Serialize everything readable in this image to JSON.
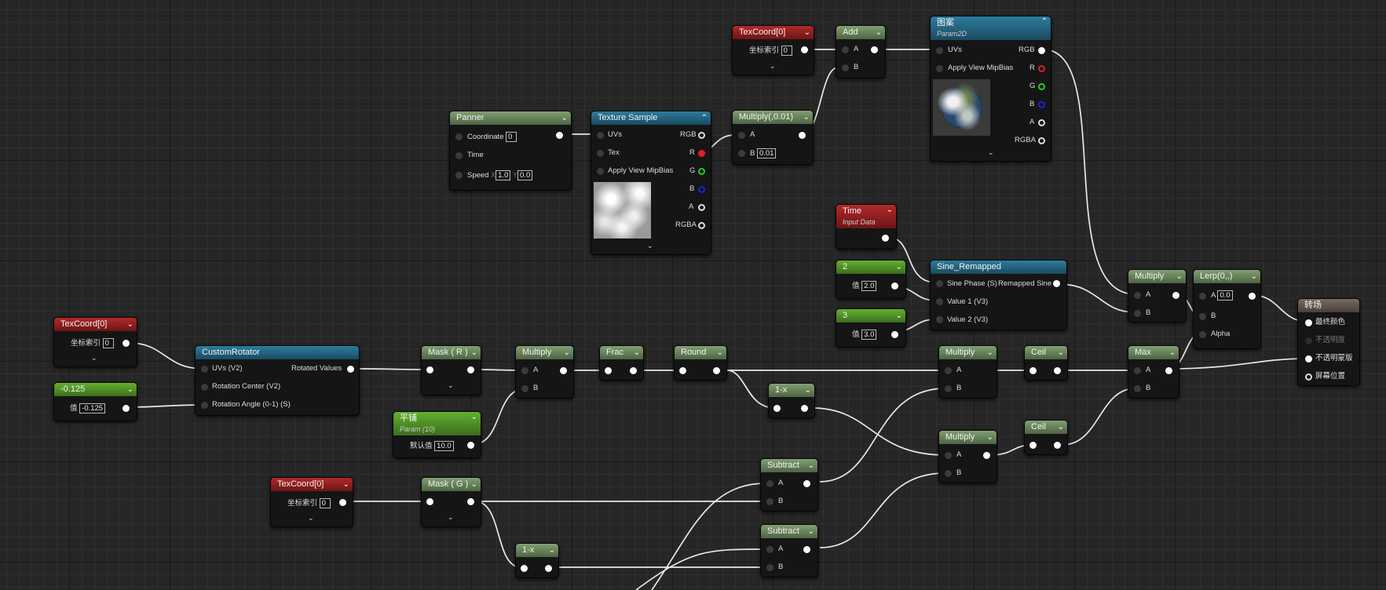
{
  "nodes": {
    "panner": {
      "title": "Panner",
      "coordinate_label": "Coordinate",
      "coordinate_value": "0",
      "time_label": "Time",
      "speed_label": "Speed",
      "speed_x_label": "X",
      "speed_x": "1.0",
      "speed_y_label": "Y",
      "speed_y": "0.0"
    },
    "texture_sample": {
      "title": "Texture Sample",
      "uvs": "UVs",
      "tex": "Tex",
      "mip": "Apply View MipBias",
      "rgb": "RGB",
      "r": "R",
      "g": "G",
      "b": "B",
      "a": "A",
      "rgba": "RGBA"
    },
    "multiply_001": {
      "title": "Multiply(,0.01)",
      "a": "A",
      "b": "B",
      "b_value": "0.01"
    },
    "texcoord_top": {
      "title": "TexCoord[0]",
      "index_label": "坐标索引",
      "index_value": "0"
    },
    "add": {
      "title": "Add",
      "a": "A",
      "b": "B"
    },
    "pattern": {
      "title": "图案",
      "subtitle": "Param2D",
      "uvs": "UVs",
      "mip": "Apply View MipBias",
      "rgb": "RGB",
      "r": "R",
      "g": "G",
      "b": "B",
      "a": "A",
      "rgba": "RGBA"
    },
    "time": {
      "title": "Time",
      "subtitle": "Input Data"
    },
    "const2": {
      "title": "2",
      "label": "值",
      "value": "2.0"
    },
    "const3": {
      "title": "3",
      "label": "值",
      "value": "3.0"
    },
    "sine_remapped": {
      "title": "Sine_Remapped",
      "phase": "Sine Phase (S)",
      "v1": "Value 1 (V3)",
      "v2": "Value 2 (V3)",
      "out": "Remapped Sine"
    },
    "multiply_right": {
      "title": "Multiply",
      "a": "A",
      "b": "B"
    },
    "lerp": {
      "title": "Lerp(0,,)",
      "a": "A",
      "a_value": "0.0",
      "b": "B",
      "alpha": "Alpha"
    },
    "result": {
      "title": "转场",
      "final_color": "最终颜色",
      "opacity": "不透明度",
      "opacity_mask": "不透明蒙版",
      "screen_pos": "屏幕位置"
    },
    "texcoord_left": {
      "title": "TexCoord[0]",
      "index_label": "坐标索引",
      "index_value": "0"
    },
    "const_neg": {
      "title": "-0.125",
      "label": "值",
      "value": "-0.125"
    },
    "custom_rotator": {
      "title": "CustomRotator",
      "uvs": "UVs (V2)",
      "center": "Rotation Center (V2)",
      "angle": "Rotation Angle (0-1) (S)",
      "out": "Rotated Values"
    },
    "mask_r": {
      "title": "Mask ( R )"
    },
    "tile": {
      "title": "平铺",
      "subtitle": "Param (10)",
      "label": "默认值",
      "value": "10.0"
    },
    "multiply_mid": {
      "title": "Multiply",
      "a": "A",
      "b": "B"
    },
    "frac": {
      "title": "Frac"
    },
    "round": {
      "title": "Round"
    },
    "one_minus_top": {
      "title": "1-x"
    },
    "multiply_c1": {
      "title": "Multiply",
      "a": "A",
      "b": "B"
    },
    "ceil1": {
      "title": "Ceil"
    },
    "multiply_c2": {
      "title": "Multiply",
      "a": "A",
      "b": "B"
    },
    "ceil2": {
      "title": "Ceil"
    },
    "max": {
      "title": "Max",
      "a": "A",
      "b": "B"
    },
    "texcoord_bottom": {
      "title": "TexCoord[0]",
      "index_label": "坐标索引",
      "index_value": "0"
    },
    "mask_g": {
      "title": "Mask ( G )"
    },
    "subtract1": {
      "title": "Subtract",
      "a": "A",
      "b": "B"
    },
    "subtract2": {
      "title": "Subtract",
      "a": "A",
      "b": "B"
    },
    "one_minus_bottom": {
      "title": "1-x"
    }
  },
  "icons": [
    "chevron-down-icon",
    "expand-arrow-icon",
    "pin-icon"
  ],
  "colors": {
    "canvas": "#262626",
    "math_header": "#4d6444",
    "texcoord_header": "#6d1515",
    "function_header": "#1a4a60",
    "constant_header": "#3b6e1c",
    "result_header": "#4a403a"
  }
}
